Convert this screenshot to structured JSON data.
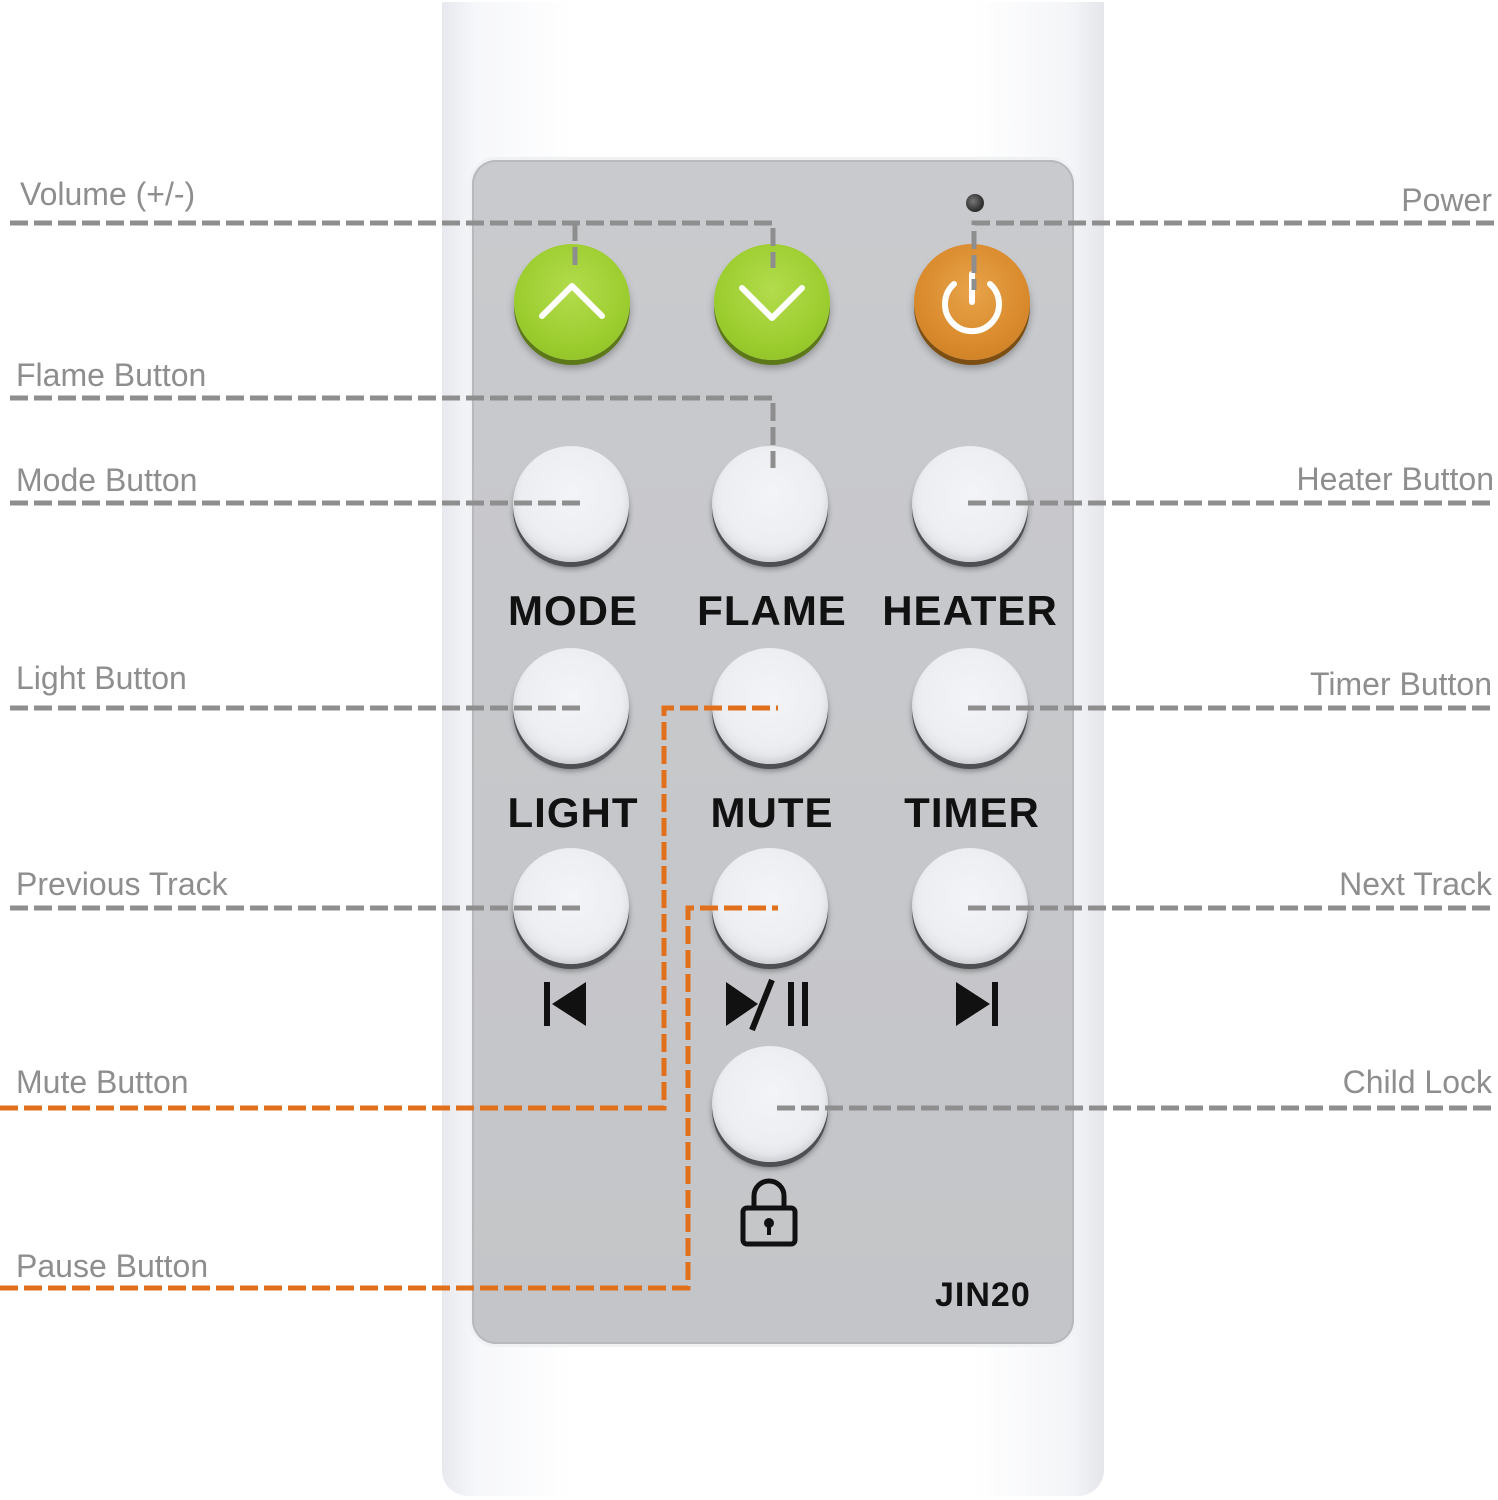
{
  "callouts": {
    "volume": "Volume (+/-)",
    "power": "Power",
    "flame_button": "Flame Button",
    "mode_button": "Mode Button",
    "heater_button": "Heater Button",
    "light_button": "Light Button",
    "timer_button": "Timer Button",
    "previous_track": "Previous Track",
    "next_track": "Next Track",
    "mute_button": "Mute Button",
    "child_lock": "Child Lock",
    "pause_button": "Pause Button"
  },
  "remote": {
    "labels": {
      "mode": "MODE",
      "flame": "FLAME",
      "heater": "HEATER",
      "light": "LIGHT",
      "mute": "MUTE",
      "timer": "TIMER"
    },
    "model": "JIN20",
    "icons": {
      "volume_up": "chevron-up-icon",
      "volume_down": "chevron-down-icon",
      "power": "power-icon",
      "previous": "skip-previous-icon",
      "play_pause": "play-pause-icon",
      "next": "skip-next-icon",
      "lock": "lock-icon"
    }
  },
  "colors": {
    "callout_text": "#8e8e8e",
    "leader_gray": "#8e8e8e",
    "leader_orange": "#e0701c",
    "volume_buttons": "#9ccd2f",
    "power_button": "#d98a2c",
    "panel": "#c6c7ca"
  }
}
